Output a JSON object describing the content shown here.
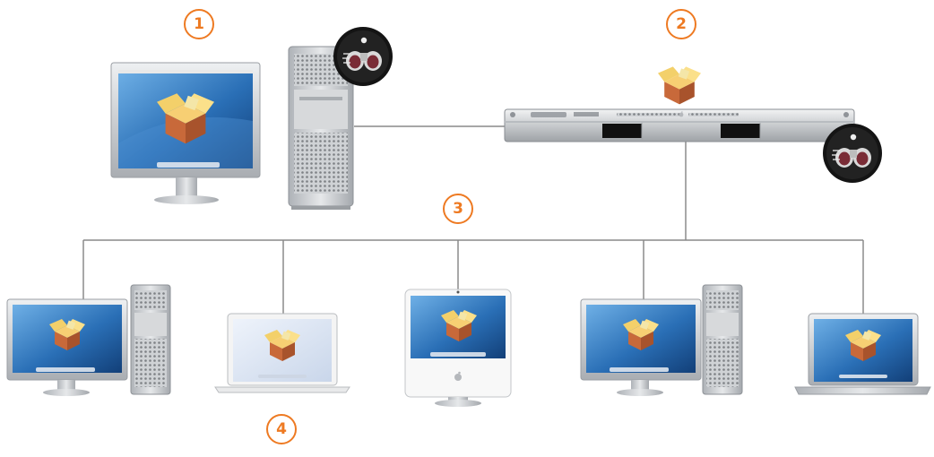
{
  "colors": {
    "accent": "#ee7a22",
    "line": "#8a8a8a",
    "screen_blue": "#2a6fb6",
    "aluminum": "#c9ccd0"
  },
  "callouts": [
    {
      "label": "1"
    },
    {
      "label": "2"
    },
    {
      "label": "3"
    },
    {
      "label": "4"
    }
  ],
  "icons": {
    "package": "installer-package-icon",
    "remote_desktop": "remote-desktop-binoculars-icon",
    "apple": "apple-logo-icon"
  }
}
